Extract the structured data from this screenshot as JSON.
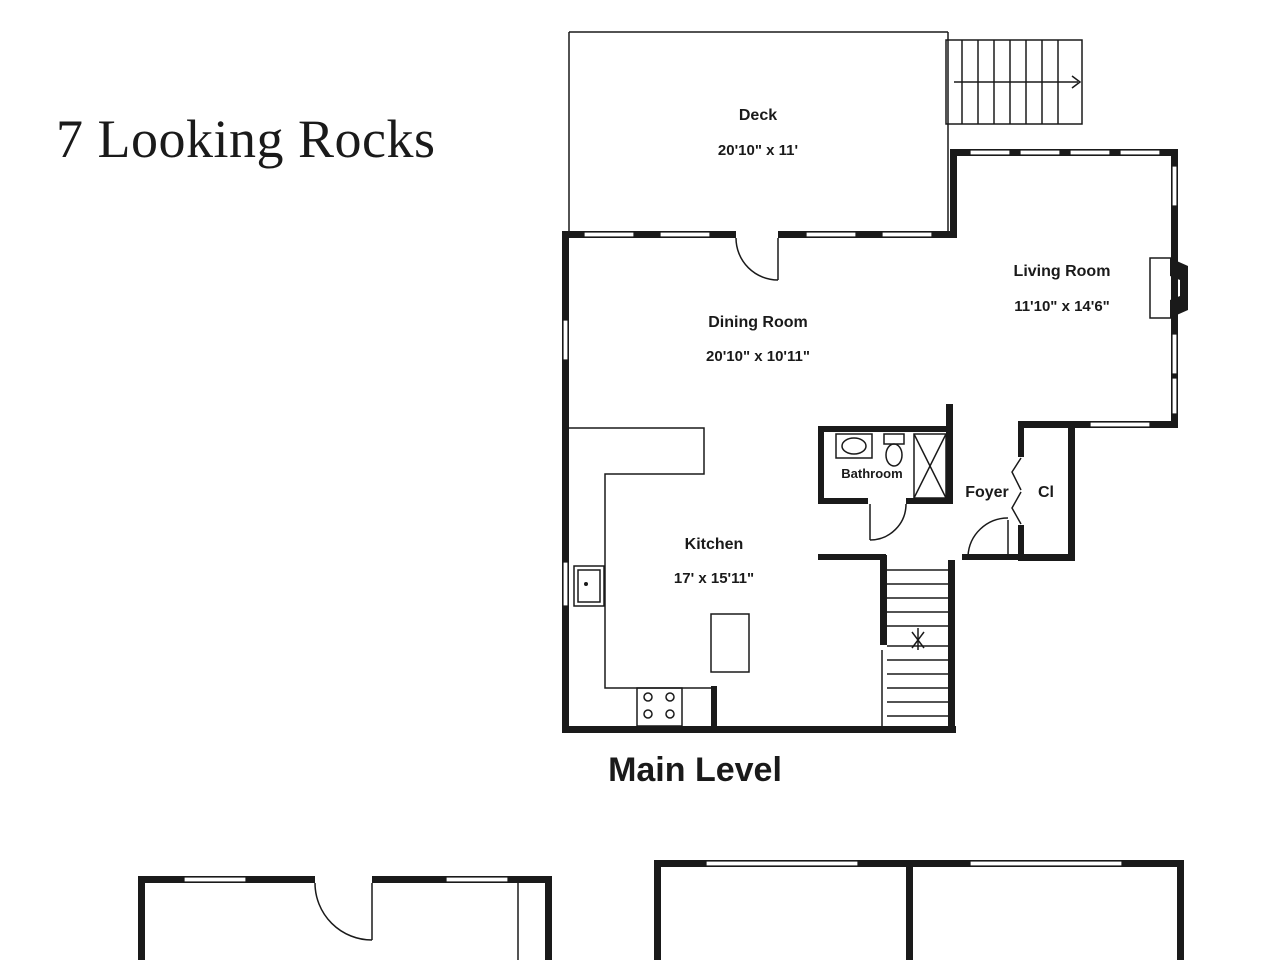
{
  "document": {
    "title": "7 Looking Rocks",
    "level_label": "Main Level"
  },
  "rooms": {
    "deck": {
      "name": "Deck",
      "dims": "20'10\" x 11'"
    },
    "living": {
      "name": "Living Room",
      "dims": "11'10\" x 14'6\""
    },
    "dining": {
      "name": "Dining Room",
      "dims": "20'10\" x 10'11\""
    },
    "kitchen": {
      "name": "Kitchen",
      "dims": "17' x 15'11\""
    },
    "bathroom": {
      "name": "Bathroom"
    },
    "foyer": {
      "name": "Foyer"
    },
    "closet": {
      "name": "Cl"
    }
  }
}
